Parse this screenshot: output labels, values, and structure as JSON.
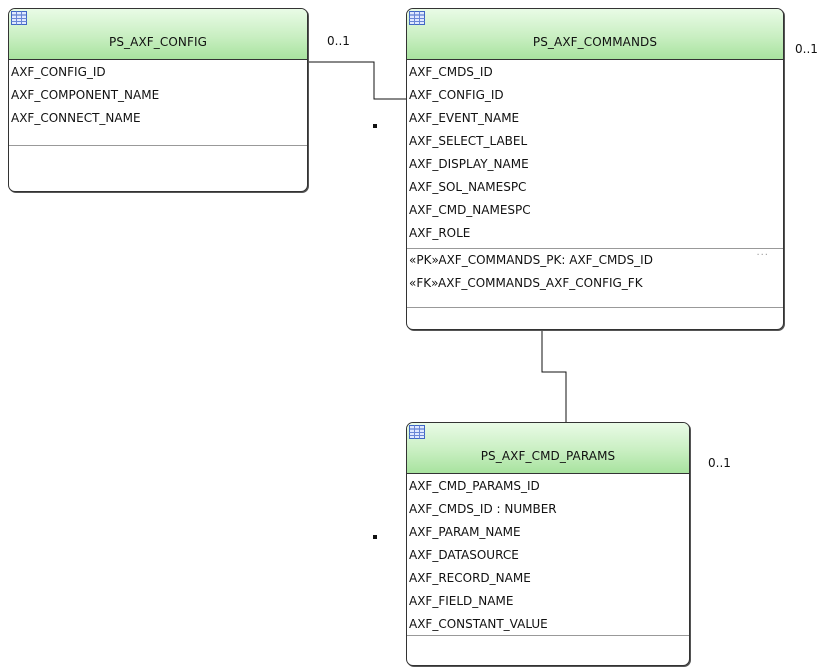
{
  "diagram": {
    "entities": [
      {
        "id": "config",
        "name": "PS_AXF_CONFIG",
        "icon": "table-icon",
        "header_color": "#b6e8ae",
        "attributes": [
          "AXF_CONFIG_ID",
          "AXF_COMPONENT_NAME",
          "AXF_CONNECT_NAME"
        ],
        "keys": []
      },
      {
        "id": "commands",
        "name": "PS_AXF_COMMANDS",
        "icon": "table-icon",
        "header_color": "#b6e8ae",
        "attributes": [
          "AXF_CMDS_ID",
          "AXF_CONFIG_ID",
          "AXF_EVENT_NAME",
          "AXF_SELECT_LABEL",
          "AXF_DISPLAY_NAME",
          "AXF_SOL_NAMESPC",
          "AXF_CMD_NAMESPC",
          "AXF_ROLE"
        ],
        "more_indicator": "...",
        "keys": [
          "«PK»AXF_COMMANDS_PK: AXF_CMDS_ID",
          "«FK»AXF_COMMANDS_AXF_CONFIG_FK"
        ]
      },
      {
        "id": "params",
        "name": "PS_AXF_CMD_PARAMS",
        "icon": "table-icon",
        "header_color": "#b6e8ae",
        "attributes": [
          "AXF_CMD_PARAMS_ID",
          "AXF_CMDS_ID : NUMBER",
          "AXF_PARAM_NAME",
          "AXF_DATASOURCE",
          "AXF_RECORD_NAME",
          "AXF_FIELD_NAME",
          "AXF_CONSTANT_VALUE"
        ],
        "keys": []
      }
    ],
    "cardinality": {
      "config": "0..1",
      "commands": "0..1",
      "params": "0..1"
    },
    "relationships": [
      {
        "from": "config",
        "to": "commands"
      },
      {
        "from": "commands",
        "to": "params"
      }
    ]
  }
}
